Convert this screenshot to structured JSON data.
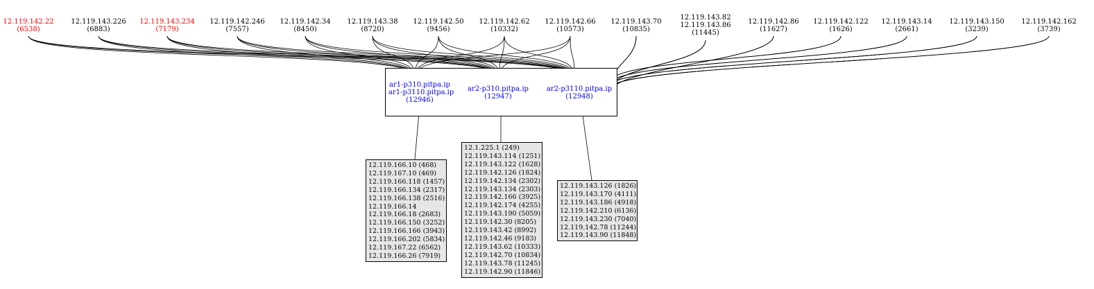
{
  "top_nodes": [
    {
      "ips": [
        "12.119.142.22"
      ],
      "id": "(6538)",
      "highlight": true
    },
    {
      "ips": [
        "12.119.143.226"
      ],
      "id": "(6883)",
      "highlight": false
    },
    {
      "ips": [
        "12.119.143.234"
      ],
      "id": "(7179)",
      "highlight": true
    },
    {
      "ips": [
        "12.119.142.246"
      ],
      "id": "(7557)",
      "highlight": false
    },
    {
      "ips": [
        "12.119.142.34"
      ],
      "id": "(8450)",
      "highlight": false
    },
    {
      "ips": [
        "12.119.143.38"
      ],
      "id": "(8720)",
      "highlight": false
    },
    {
      "ips": [
        "12.119.142.50"
      ],
      "id": "(9456)",
      "highlight": false
    },
    {
      "ips": [
        "12.119.142.62"
      ],
      "id": "(10332)",
      "highlight": false
    },
    {
      "ips": [
        "12.119.142.66"
      ],
      "id": "(10573)",
      "highlight": false
    },
    {
      "ips": [
        "12.119.143.70"
      ],
      "id": "(10835)",
      "highlight": false
    },
    {
      "ips": [
        "12.119.143.82",
        "12.119.143.86"
      ],
      "id": "(11445)",
      "highlight": false
    },
    {
      "ips": [
        "12.119.142.86"
      ],
      "id": "(11627)",
      "highlight": false
    },
    {
      "ips": [
        "12.119.142.122"
      ],
      "id": "(1626)",
      "highlight": false
    },
    {
      "ips": [
        "12.119.143.14"
      ],
      "id": "(2661)",
      "highlight": false
    },
    {
      "ips": [
        "12.119.143.150"
      ],
      "id": "(3239)",
      "highlight": false
    },
    {
      "ips": [
        "12.119.142.162"
      ],
      "id": "(3739)",
      "highlight": false
    }
  ],
  "routers": [
    {
      "names": [
        "ar1-p310.pitpa.ip",
        "ar1-p3110.pitpa.ip"
      ],
      "id": "(12946)"
    },
    {
      "names": [
        "ar2-p310.pitpa.ip"
      ],
      "id": "(12947)"
    },
    {
      "names": [
        "ar2-p3110.pitpa.ip"
      ],
      "id": "(12948)"
    }
  ],
  "host_groups": [
    {
      "router": "(12946)",
      "hosts": [
        "12.119.166.10 (468)",
        "12.119.167.10 (469)",
        "12.119.166.118 (1457)",
        "12.119.166.134 (2317)",
        "12.119.166.138 (2516)",
        "12.119.166.14",
        "12.119.166.18 (2683)",
        "12.119.166.150 (3252)",
        "12.119.166.166 (3943)",
        "12.119.166.202 (5834)",
        "12.119.167.22 (6562)",
        "12.119.166.26 (7919)"
      ]
    },
    {
      "router": "(12947)",
      "hosts": [
        "12.1.225.1 (249)",
        "12.119.143.114 (1251)",
        "12.119.143.122 (1628)",
        "12.119.142.126 (1824)",
        "12.119.142.134 (2302)",
        "12.119.143.134 (2303)",
        "12.119.142.166 (3925)",
        "12.119.142.174 (4255)",
        "12.119.143.190 (5059)",
        "12.119.142.30 (8205)",
        "12.119.143.42 (8992)",
        "12.119.142.46 (9183)",
        "12.119.143.62 (10333)",
        "12.119.142.70 (10834)",
        "12.119.143.78 (11245)",
        "12.119.142.90 (11846)"
      ]
    },
    {
      "router": "(12948)",
      "hosts": [
        "12.119.143.126 (1826)",
        "12.119.143.170 (4111)",
        "12.119.143.186 (4918)",
        "12.119.142.210 (6136)",
        "12.119.143.230 (7040)",
        "12.119.142.78 (11244)",
        "12.119.143.90 (11848)"
      ]
    }
  ],
  "colors": {
    "highlight": "#ff0000",
    "router_text": "#0000ff",
    "host_fill": "#e6e6e6",
    "text": "#000000"
  }
}
